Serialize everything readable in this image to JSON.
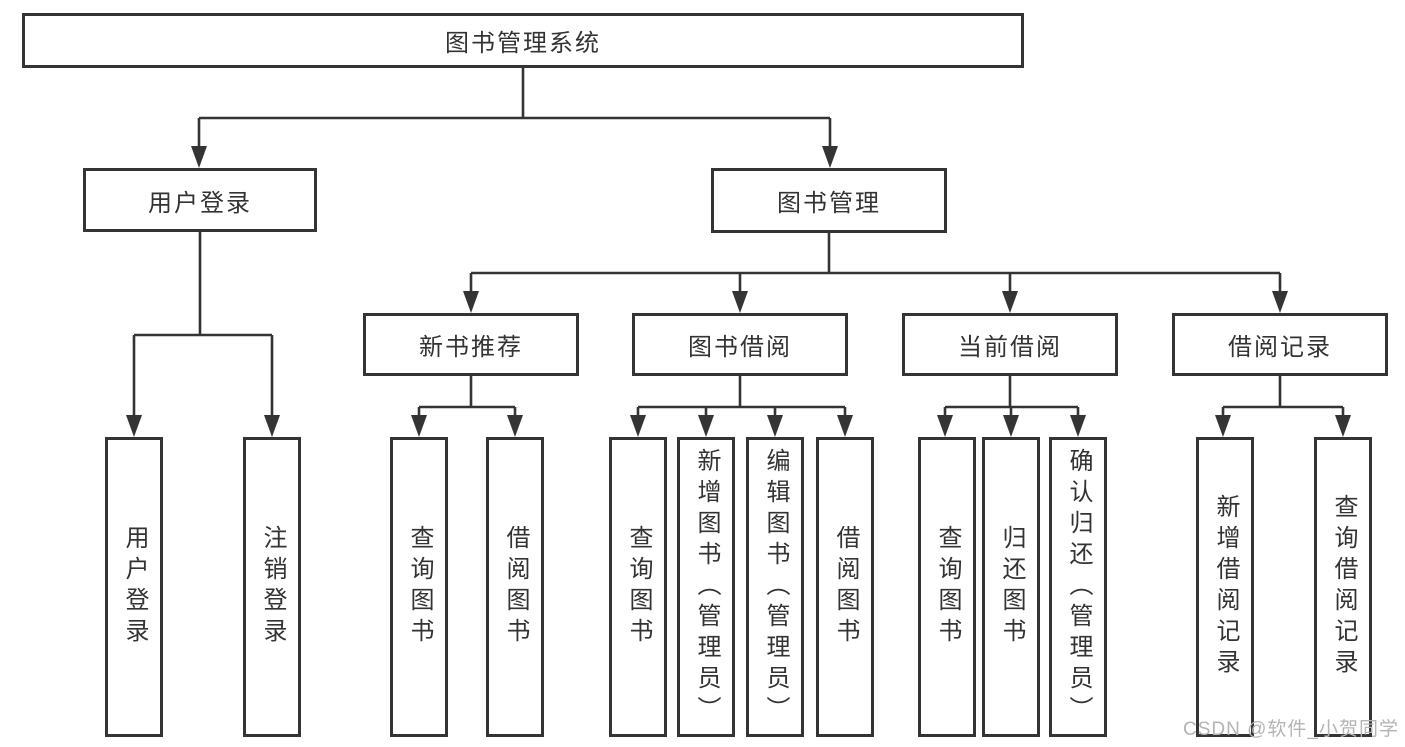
{
  "root": {
    "label": "图书管理系统"
  },
  "level2": [
    {
      "label": "用户登录"
    },
    {
      "label": "图书管理"
    }
  ],
  "level3": [
    {
      "label": "新书推荐"
    },
    {
      "label": "图书借阅"
    },
    {
      "label": "当前借阅"
    },
    {
      "label": "借阅记录"
    }
  ],
  "leaves": [
    {
      "label": "用户登录"
    },
    {
      "label": "注销登录"
    },
    {
      "label": "查询图书"
    },
    {
      "label": "借阅图书"
    },
    {
      "label": "查询图书"
    },
    {
      "label": "新增图书（管理员）"
    },
    {
      "label": "编辑图书（管理员）"
    },
    {
      "label": "借阅图书"
    },
    {
      "label": "查询图书"
    },
    {
      "label": "归还图书"
    },
    {
      "label": "确认归还（管理员）"
    },
    {
      "label": "新增借阅记录"
    },
    {
      "label": "查询借阅记录"
    }
  ],
  "watermark": "CSDN @软件_小贺同学",
  "colors": {
    "line": "#343434",
    "text": "#333333",
    "watermark": "#b4b4b4",
    "background": "#ffffff"
  }
}
